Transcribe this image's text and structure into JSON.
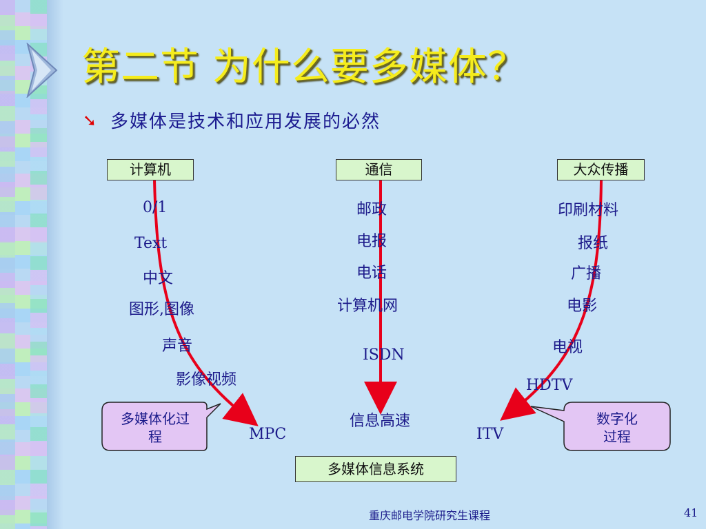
{
  "slide": {
    "title": "第二节 为什么要多媒体？",
    "subtitle": "多媒体是技术和应用发展的必然",
    "footer": "重庆邮电学院研究生课程",
    "page_number": "41"
  },
  "columns": {
    "computer": {
      "header": "计算机",
      "items": [
        "0/1",
        "Text",
        "中文",
        "图形,图像",
        "声音",
        "影像视频"
      ],
      "result": "MPC"
    },
    "communication": {
      "header": "通信",
      "items": [
        "邮政",
        "电报",
        "电话",
        "计算机网",
        "ISDN"
      ],
      "result": "信息高速"
    },
    "broadcast": {
      "header": "大众传播",
      "items": [
        "印刷材料",
        "报纸",
        "广播",
        "电影",
        "电视",
        "HDTV"
      ],
      "result": "ITV"
    }
  },
  "callouts": {
    "left": {
      "line1": "多媒体化过",
      "line2": "程"
    },
    "right": {
      "line1": "数字化",
      "line2": "过程"
    }
  },
  "bottom_box": "多媒体信息系统",
  "colors": {
    "arrow": "#e8001a",
    "title": "#f5ec1c",
    "text": "#1c1a8a",
    "box_fill": "#d8f6cc",
    "callout_fill": "#e3c6f4"
  }
}
